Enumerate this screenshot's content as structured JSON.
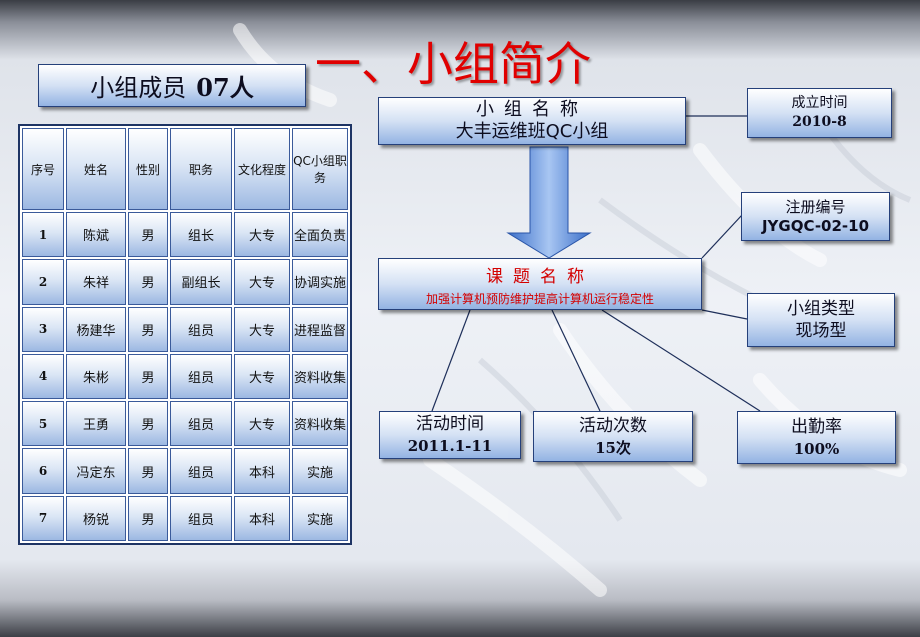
{
  "title": "一、小组简介",
  "members_box": {
    "label": "小组成员",
    "count": "07人"
  },
  "table": {
    "headers": [
      "序号",
      "姓名",
      "性别",
      "职务",
      "文化程度",
      "QC小组职务"
    ],
    "rows": [
      [
        "1",
        "陈斌",
        "男",
        "组长",
        "大专",
        "全面负责"
      ],
      [
        "2",
        "朱祥",
        "男",
        "副组长",
        "大专",
        "协调实施"
      ],
      [
        "3",
        "杨建华",
        "男",
        "组员",
        "大专",
        "进程监督"
      ],
      [
        "4",
        "朱彬",
        "男",
        "组员",
        "大专",
        "资料收集"
      ],
      [
        "5",
        "王勇",
        "男",
        "组员",
        "大专",
        "资料收集"
      ],
      [
        "6",
        "冯定东",
        "男",
        "组员",
        "本科",
        "实施"
      ],
      [
        "7",
        "杨锐",
        "男",
        "组员",
        "本科",
        "实施"
      ]
    ]
  },
  "group_name": {
    "label": "小组名称",
    "value": "大丰运维班QC小组"
  },
  "topic": {
    "label": "课题名称",
    "value": "加强计算机预防维护提高计算机运行稳定性"
  },
  "founded": {
    "label": "成立时间",
    "value": "2010-8"
  },
  "registration": {
    "label": "注册编号",
    "value": "JYGQC-02-10"
  },
  "group_type": {
    "label": "小组类型",
    "value": "现场型"
  },
  "activity_time": {
    "label": "活动时间",
    "value": "2011.1-11"
  },
  "activity_count": {
    "label": "活动次数",
    "value": "15次"
  },
  "attendance": {
    "label": "出勤率",
    "value": "100%"
  },
  "colors": {
    "title_red": "#e00000",
    "box_border": "#25407a",
    "arrow_blue": "#4a7fd6"
  }
}
